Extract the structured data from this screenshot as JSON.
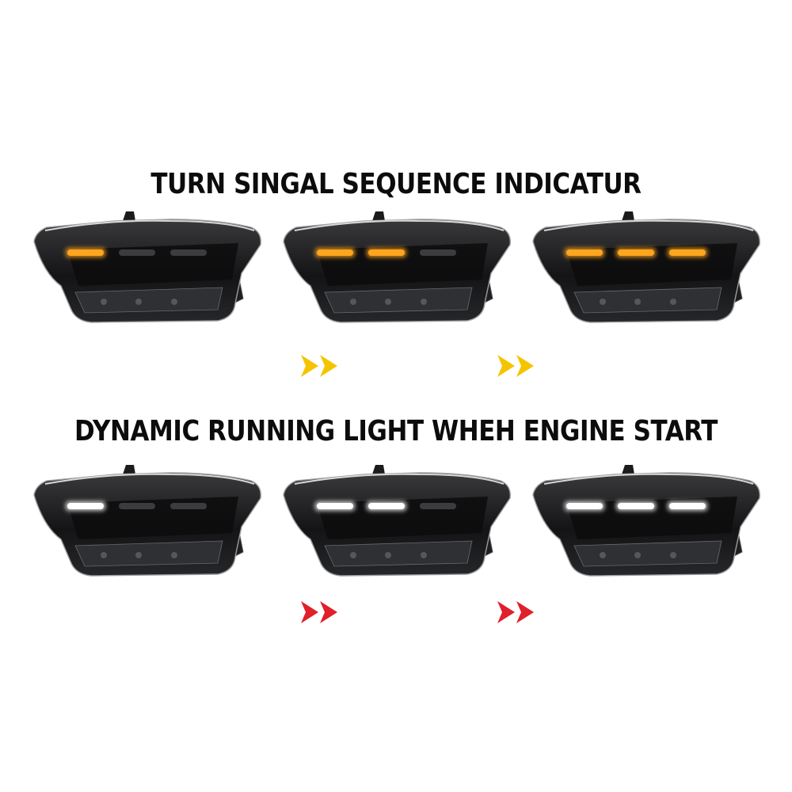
{
  "sections": [
    {
      "title": "TURN SINGAL SEQUENCE INDICATUR",
      "mode": "turn-signal",
      "light_color": "#ffa51e",
      "arrow_color": "#f5c400",
      "steps": [
        {
          "lit_segments": 1
        },
        {
          "lit_segments": 2
        },
        {
          "lit_segments": 3
        }
      ]
    },
    {
      "title": "DYNAMIC RUNNING LIGHT WHEH ENGINE START",
      "mode": "running-light",
      "light_color": "#ffffff",
      "arrow_color": "#e0202a",
      "steps": [
        {
          "lit_segments": 1
        },
        {
          "lit_segments": 2
        },
        {
          "lit_segments": 3
        }
      ]
    }
  ]
}
